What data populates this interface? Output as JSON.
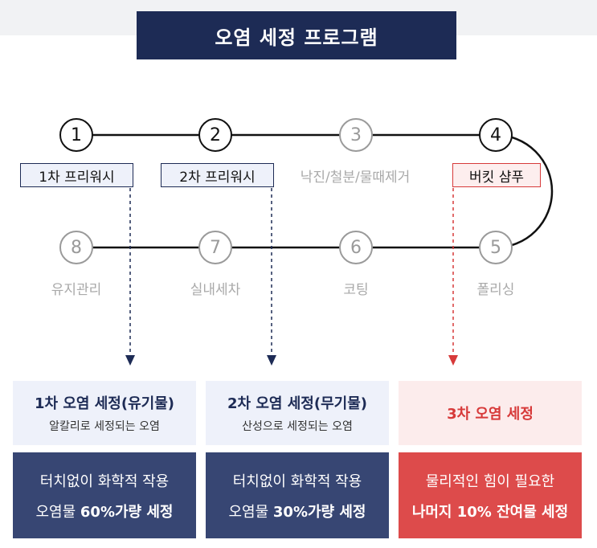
{
  "title": "오염 세정 프로그램",
  "steps": [
    {
      "num": "1",
      "label": "1차 프리워시"
    },
    {
      "num": "2",
      "label": "2차 프리워시"
    },
    {
      "num": "3",
      "label": "낙진/철분/물때제거"
    },
    {
      "num": "4",
      "label": "버킷 샴푸"
    },
    {
      "num": "5",
      "label": "폴리싱"
    },
    {
      "num": "6",
      "label": "코팅"
    },
    {
      "num": "7",
      "label": "실내세차"
    },
    {
      "num": "8",
      "label": "유지관리"
    }
  ],
  "cards": [
    {
      "title": "1차 오염 세정(유기물)",
      "subtitle": "알칼리로 세정되는 오염",
      "line1": "터치없이 화학적 작용",
      "line2_pre": "오염물 ",
      "line2_bold": "60%가량 세정"
    },
    {
      "title": "2차 오염 세정(무기물)",
      "subtitle": "산성으로 세정되는 오염",
      "line1": "터치없이 화학적 작용",
      "line2_pre": "오염물 ",
      "line2_bold": "30%가량 세정"
    },
    {
      "title": "3차 오염 세정",
      "line1": "물리적인 힘이 필요한",
      "line2_bold": "나머지 10% 잔여물 세정"
    }
  ],
  "colors": {
    "navy": "#1d2b55",
    "card_navy": "#374673",
    "red": "#dd4b4b",
    "gray": "#9a9a9a"
  }
}
